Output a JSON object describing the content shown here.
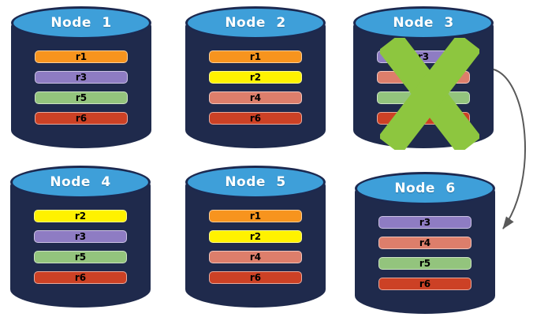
{
  "canvas": {
    "background": "#ffffff"
  },
  "palette": {
    "cylinder_body": "#1f2a4c",
    "cylinder_top_fill": "#3e9fd9",
    "cylinder_outline": "#1c2950",
    "node_title_color": "#ffffff",
    "bar_label_color": "#000000"
  },
  "nodes": [
    {
      "title": "Node 1",
      "failed": false,
      "replicas": [
        {
          "label": "r1",
          "color": "#F7941E"
        },
        {
          "label": "r3",
          "color": "#8E7CC3"
        },
        {
          "label": "r5",
          "color": "#93C47D"
        },
        {
          "label": "r6",
          "color": "#CC4125"
        }
      ]
    },
    {
      "title": "Node 2",
      "failed": false,
      "replicas": [
        {
          "label": "r1",
          "color": "#F7941E"
        },
        {
          "label": "r2",
          "color": "#FFF200"
        },
        {
          "label": "r4",
          "color": "#DD7E6B"
        },
        {
          "label": "r6",
          "color": "#CC4125"
        }
      ]
    },
    {
      "title": "Node 3",
      "failed": true,
      "replicas": [
        {
          "label": "r3",
          "color": "#8E7CC3"
        },
        {
          "label": "",
          "color": "#DD7E6B"
        },
        {
          "label": "",
          "color": "#93C47D"
        },
        {
          "label": "",
          "color": "#CC4125"
        }
      ]
    },
    {
      "title": "Node 4",
      "failed": false,
      "replicas": [
        {
          "label": "r2",
          "color": "#FFF200"
        },
        {
          "label": "r3",
          "color": "#8E7CC3"
        },
        {
          "label": "r5",
          "color": "#93C47D"
        },
        {
          "label": "r6",
          "color": "#CC4125"
        }
      ]
    },
    {
      "title": "Node 5",
      "failed": false,
      "replicas": [
        {
          "label": "r1",
          "color": "#F7941E"
        },
        {
          "label": "r2",
          "color": "#FFF200"
        },
        {
          "label": "r4",
          "color": "#DD7E6B"
        },
        {
          "label": "r6",
          "color": "#CC4125"
        }
      ]
    },
    {
      "title": "Node 6",
      "failed": false,
      "replicas": [
        {
          "label": "r3",
          "color": "#8E7CC3"
        },
        {
          "label": "r4",
          "color": "#DD7E6B"
        },
        {
          "label": "r5",
          "color": "#93C47D"
        },
        {
          "label": "r6",
          "color": "#CC4125"
        }
      ]
    }
  ],
  "failure_marker": {
    "node": "Node 3",
    "color": "#8DC63F"
  },
  "arrow": {
    "from": "Node 3",
    "to": "Node 6",
    "color": "#595959"
  }
}
